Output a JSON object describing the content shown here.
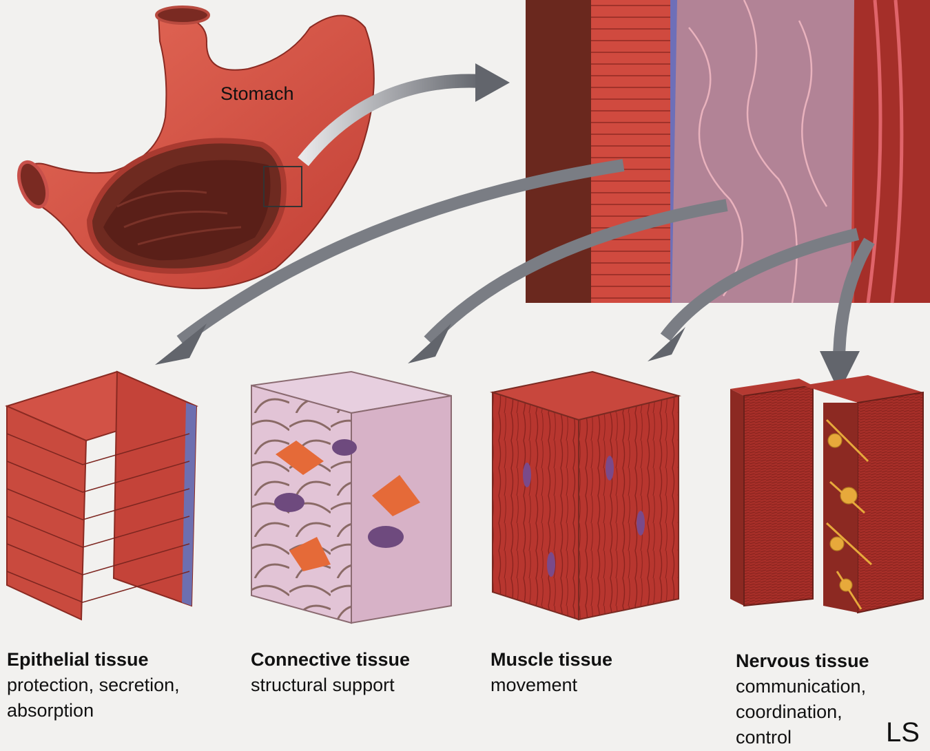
{
  "organ": {
    "label": "Stomach"
  },
  "tissues": [
    {
      "name": "Epithelial tissue",
      "description": "protection, secretion,\nabsorption"
    },
    {
      "name": "Connective tissue",
      "description": "structural support"
    },
    {
      "name": "Muscle tissue",
      "description": "movement"
    },
    {
      "name": "Nervous tissue",
      "description": "communication,\ncoordination,\ncontrol"
    }
  ],
  "initials": "LS",
  "colors": {
    "tissue_red": "#c8413a",
    "tissue_dark": "#7a2a22",
    "arrow_gray": "#6e7178",
    "connective_bg": "#d9b8cc",
    "nerve_yellow": "#e7a93b",
    "nucleus_purple": "#7a4a8a"
  }
}
